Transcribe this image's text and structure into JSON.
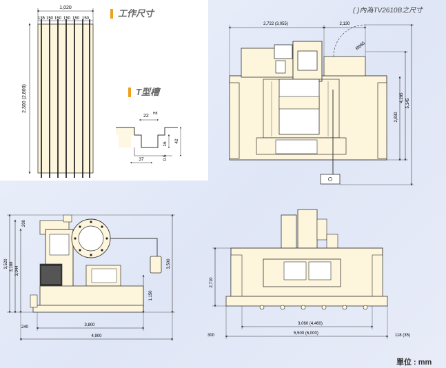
{
  "note": "(  )內為TV2610B之尺寸",
  "units_label": "單位 : mm",
  "table": {
    "title": "工作尺寸",
    "width": "1,020",
    "segments": [
      "135",
      "150",
      "150",
      "150",
      "150",
      "150"
    ],
    "length": "2,300 (2,800)"
  },
  "tslot": {
    "title": "T型槽",
    "top_width": "22",
    "fit": "H8",
    "depth_total": "42",
    "depth_upper": "16",
    "base_width": "37",
    "lip": "0.5"
  },
  "top_view": {
    "dims": [
      "2,722 (3,055)",
      "2,130",
      "R665",
      "4,285",
      "2,830",
      "5,145"
    ]
  },
  "side_view": {
    "dims": [
      "200",
      "3,520",
      "3,188",
      "3,044",
      "3,500",
      "1,150",
      "240",
      "3,800",
      "4,900"
    ]
  },
  "front_view": {
    "dims": [
      "2,710",
      "3,060 (4,460)",
      "300",
      "5,500 (6,000)",
      "118 (35)"
    ]
  },
  "colors": {
    "accent": "#f0a020",
    "body": "#fdf5dc",
    "line": "#333333",
    "panel": "#ffffff"
  }
}
